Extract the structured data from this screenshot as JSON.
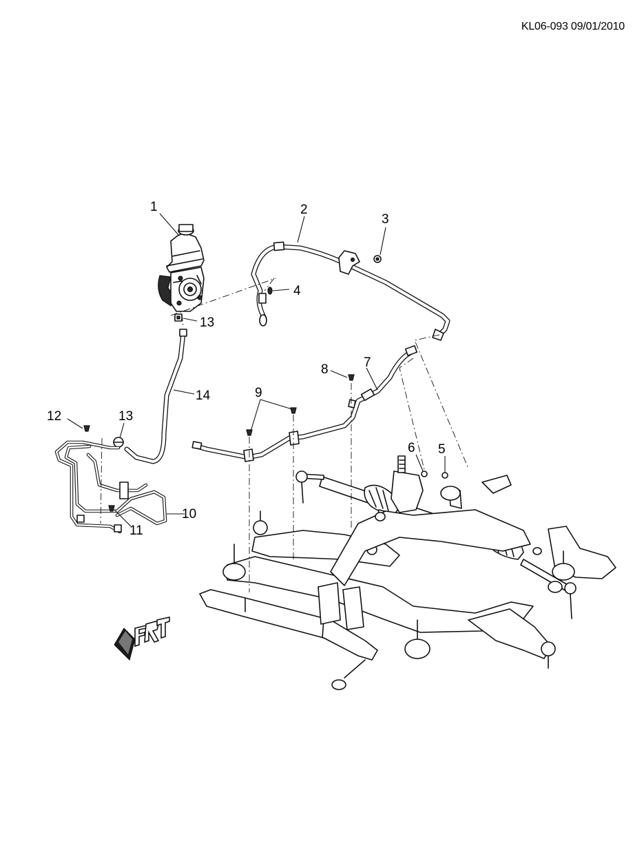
{
  "header": {
    "doc_code": "KL06-093 09/01/2010"
  },
  "callouts": [
    {
      "id": "1",
      "label": "1"
    },
    {
      "id": "2",
      "label": "2"
    },
    {
      "id": "3",
      "label": "3"
    },
    {
      "id": "4",
      "label": "4"
    },
    {
      "id": "5",
      "label": "5"
    },
    {
      "id": "6",
      "label": "6"
    },
    {
      "id": "7",
      "label": "7"
    },
    {
      "id": "8",
      "label": "8"
    },
    {
      "id": "9",
      "label": "9"
    },
    {
      "id": "10",
      "label": "10"
    },
    {
      "id": "11",
      "label": "11"
    },
    {
      "id": "12",
      "label": "12"
    },
    {
      "id": "13a",
      "label": "13"
    },
    {
      "id": "13b",
      "label": "13"
    },
    {
      "id": "14",
      "label": "14"
    }
  ],
  "front_indicator": {
    "icon": "front-arrow-icon",
    "letters": "FRT"
  }
}
